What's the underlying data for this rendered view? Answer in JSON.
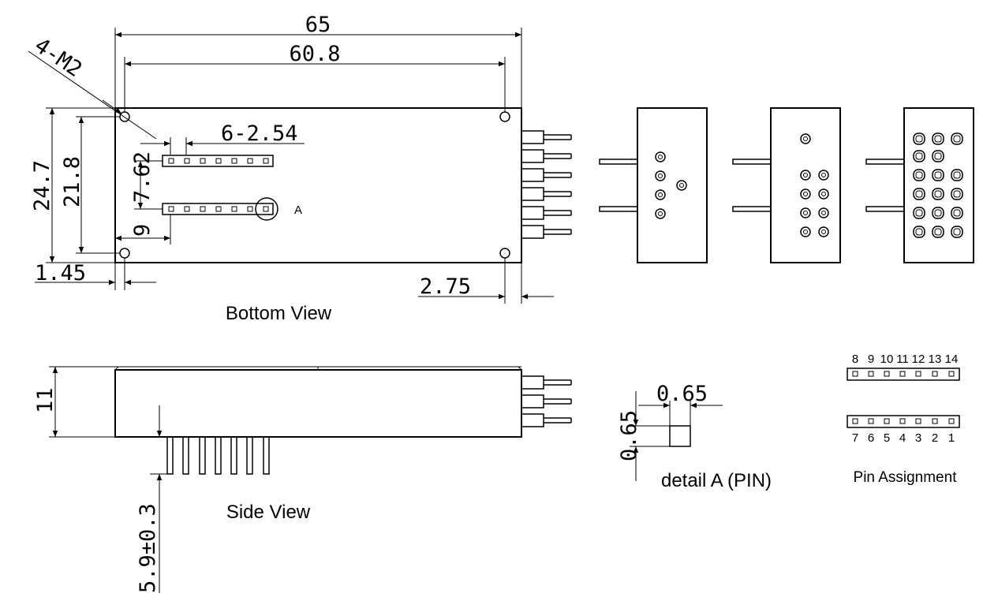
{
  "dimensions": {
    "overall_length": "65",
    "hole_pitch_length": "60.8",
    "mount_holes": "4-M2",
    "pin_pitch": "6-2.54",
    "overall_width": "24.7",
    "hole_pitch_width": "21.8",
    "row_spacing": "7.62",
    "pin_offset": "9",
    "hole_edge_left": "1.45",
    "hole_edge_right": "2.75",
    "height": "11",
    "pin_length": "5.9±0.3",
    "pin_width": "0.65",
    "pin_depth": "0.65"
  },
  "labels": {
    "detail_marker": "A",
    "bottom_view": "Bottom View",
    "side_view": "Side View",
    "detail_view": "detail A (PIN)",
    "pin_assignment": "Pin Assignment"
  },
  "pin_assignment": {
    "top_row": [
      "8",
      "9",
      "10",
      "11",
      "12",
      "13",
      "14"
    ],
    "bottom_row": [
      "7",
      "6",
      "5",
      "4",
      "3",
      "2",
      "1"
    ]
  }
}
